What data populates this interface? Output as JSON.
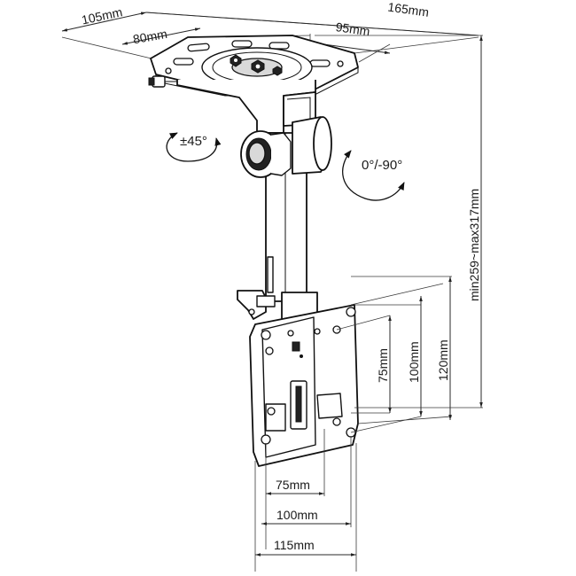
{
  "dimensions": {
    "top_width_outer": "165mm",
    "top_width_left": "105mm",
    "plate_hole_spacing": "80mm",
    "plate_slot_spacing": "95mm",
    "height_range": "min259~max317mm",
    "vesa_vertical_small": "75mm",
    "vesa_vertical_medium": "100mm",
    "vesa_vertical_large": "120mm",
    "vesa_horizontal_small": "75mm",
    "vesa_horizontal_medium": "100mm",
    "vesa_horizontal_large": "115mm"
  },
  "rotation": {
    "swivel": "±45°",
    "tilt": "0°/-90°"
  }
}
